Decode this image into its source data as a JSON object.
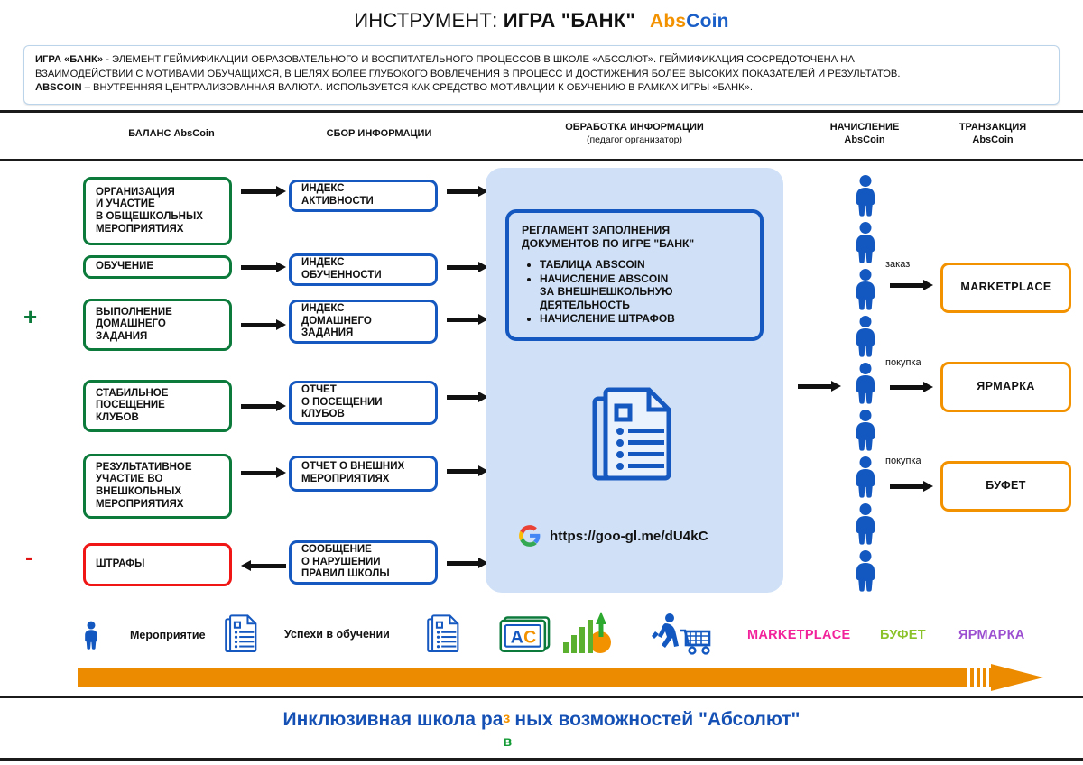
{
  "header": {
    "title_light": "ИНСТРУМЕНТ: ",
    "title_bold": "ИГРА \"БАНК\"",
    "logo_abs": "Abs",
    "logo_coin": "Coin",
    "intro_line1": "ИГРА «БАНК» - ЭЛЕМЕНТ ГЕЙМИФИКАЦИИ ОБРАЗОВАТЕЛЬНОГО И ВОСПИТАТЕЛЬНОГО ПРОЦЕССОВ В ШКОЛЕ «АБСОЛЮТ». ГЕЙМИФИКАЦИЯ СОСРЕДОТОЧЕНА НА",
    "intro_line1_bold": "ИГРА «БАНК»",
    "intro_line2": "ВЗАИМОДЕЙСТВИИ С МОТИВАМИ ОБУЧАЩИХСЯ, В ЦЕЛЯХ БОЛЕЕ ГЛУБОКОГО ВОВЛЕЧЕНИЯ В ПРОЦЕСС И ДОСТИЖЕНИЯ БОЛЕЕ ВЫСОКИХ ПОКАЗАТЕЛЕЙ И РЕЗУЛЬТАТОВ.",
    "intro_line3_bold": "ABSCOIN",
    "intro_line3": " –  ВНУТРЕННЯЯ ЦЕНТРАЛИЗОВАННАЯ ВАЛЮТА. ИСПОЛЬЗУЕТСЯ КАК СРЕДСТВО МОТИВАЦИИ К ОБУЧЕНИЮ В РАМКАХ ИГРЫ «БАНК»."
  },
  "columns": [
    {
      "title": "БАЛАНС AbsCoin",
      "sub": ""
    },
    {
      "title": "СБОР ИНФОРМАЦИИ",
      "sub": ""
    },
    {
      "title": "ОБРАБОТКА ИНФОРМАЦИИ",
      "sub": "(педагог организатор)"
    },
    {
      "title": "НАЧИСЛЕНИЕ",
      "sub": "AbsCoin"
    },
    {
      "title": "ТРАНЗАКЦИЯ",
      "sub": "AbsCoin"
    }
  ],
  "signs": {
    "plus": "+",
    "minus": "-"
  },
  "balance_boxes": [
    {
      "label": "ОРГАНИЗАЦИЯ\nИ УЧАСТИЕ\nВ ОБЩЕШКОЛЬНЫХ\nМЕРОПРИЯТИЯХ",
      "color": "#0B7A3B"
    },
    {
      "label": "ОБУЧЕНИЕ",
      "color": "#0B7A3B"
    },
    {
      "label": "ВЫПОЛНЕНИЕ\nДОМАШНЕГО\nЗАДАНИЯ",
      "color": "#0B7A3B"
    },
    {
      "label": "СТАБИЛЬНОЕ\nПОСЕЩЕНИЕ\nКЛУБОВ",
      "color": "#0B7A3B"
    },
    {
      "label": "РЕЗУЛЬТАТИВНОЕ\nУЧАСТИЕ ВО\nВНЕШКОЛЬНЫХ\nМЕРОПРИЯТИЯХ",
      "color": "#0B7A3B"
    },
    {
      "label": "ШТРАФЫ",
      "color": "#F01616"
    }
  ],
  "info_boxes": [
    {
      "label": "ИНДЕКС\nАКТИВНОСТИ"
    },
    {
      "label": "ИНДЕКС\nОБУЧЕННОСТИ"
    },
    {
      "label": "ИНДЕКС\nДОМАШНЕГО\nЗАДАНИЯ"
    },
    {
      "label": "ОТЧЕТ\nО ПОСЕЩЕНИИ\nКЛУБОВ"
    },
    {
      "label": "ОТЧЕТ О ВНЕШНИХ\nМЕРОПРИЯТИЯХ"
    },
    {
      "label": "СООБЩЕНИЕ\nО НАРУШЕНИИ\nПРАВИЛ ШКОЛЫ"
    }
  ],
  "panel": {
    "reg_title": "РЕГЛАМЕНТ ЗАПОЛНЕНИЯ\nДОКУМЕНТОВ ПО ИГРЕ \"БАНК\"",
    "bullets": [
      "ТАБЛИЦА ABSCOIN",
      "НАЧИСЛЕНИЕ ABSCOIN\nЗА ВНЕШНЕШКОЛЬНУЮ\nДЕЯТЕЛЬНОСТЬ",
      "НАЧИСЛЕНИЕ ШТРАФОВ"
    ],
    "link": "https://goo-gl.me/dU4kC",
    "doc_icon": "documents-icon",
    "google_icon": "google-g-icon"
  },
  "transactions": [
    {
      "arrow_label": "заказ",
      "box": "MARKETPLACE"
    },
    {
      "arrow_label": "покупка",
      "box": "ЯРМАРКА"
    },
    {
      "arrow_label": "покупка",
      "box": "БУФЕТ"
    }
  ],
  "people_count": 10,
  "legend": {
    "items": [
      {
        "icon": "person-icon",
        "text": "Мероприятие"
      },
      {
        "icon": "documents-icon",
        "text": "Успехи в обучении"
      },
      {
        "icon": "documents-icon",
        "text": ""
      },
      {
        "icon": "ac-cards-icon",
        "text": ""
      },
      {
        "icon": "bar-chart-growth-icon",
        "text": ""
      },
      {
        "icon": "shopper-cart-icon",
        "text": ""
      }
    ],
    "words": [
      {
        "text": "MARKETPLACE",
        "color": "#F2229B"
      },
      {
        "text": "БУФЕТ",
        "color": "#8BC22A"
      },
      {
        "text": "ЯРМАРКА",
        "color": "#9B4FD0"
      }
    ],
    "arrow_color": "#ED8B00"
  },
  "footer": {
    "part1": "Инклюзивная школа ра",
    "stack_top": "з",
    "stack_bottom": "в",
    "part2": "ных возможностей \"Абсолют\""
  },
  "colors": {
    "green": "#0B7A3B",
    "blue": "#1558C0",
    "red": "#F01616",
    "orange": "#F39200",
    "panel_bg": "#CFE0F7",
    "footer_blue": "#1551B5"
  }
}
